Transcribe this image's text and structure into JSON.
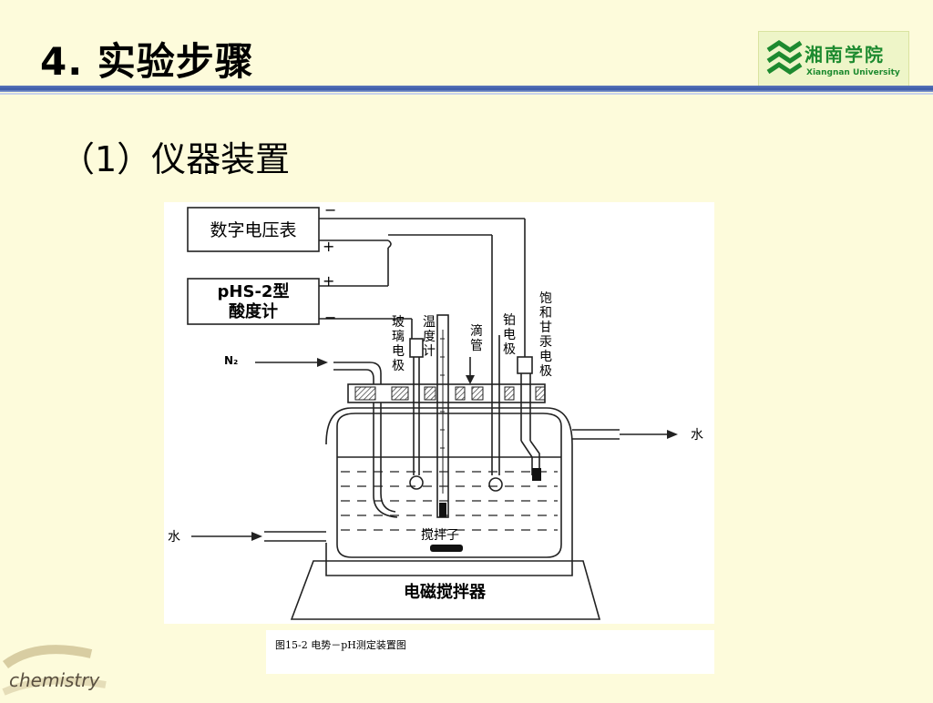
{
  "slide": {
    "title": "4. 实验步骤",
    "subtitle": "（1）仪器装置"
  },
  "logo": {
    "name": "湘南学院",
    "english": "Xiangnan University"
  },
  "diagram": {
    "voltmeter_label": "数字电压表",
    "phmeter_label_1": "pHS-2型",
    "phmeter_label_2": "酸度计",
    "minus": "−",
    "plus": "+",
    "n2_label": "N₂",
    "glass_electrode": [
      "玻",
      "璃",
      "电",
      "极"
    ],
    "thermometer": [
      "温",
      "度",
      "计"
    ],
    "burette": [
      "滴",
      "管"
    ],
    "platinum_electrode": [
      "铂",
      "电",
      "极"
    ],
    "calomel_electrode": [
      "饱",
      "和",
      "甘",
      "汞",
      "电",
      "极"
    ],
    "water_out": "水",
    "water_in": "水",
    "stir_bar": "搅拌子",
    "stirrer": "电磁搅拌器"
  },
  "caption": "图15-2 电势－pH测定装置图",
  "corner_logo_text": "chemistry"
}
